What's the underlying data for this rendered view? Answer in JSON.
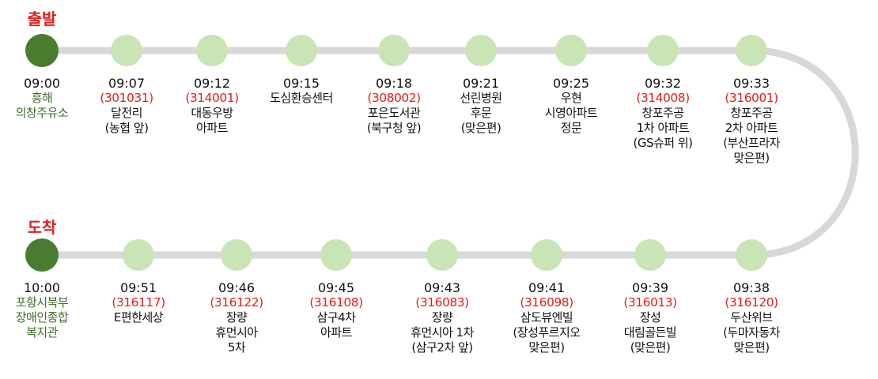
{
  "labels": {
    "start": "출발",
    "end": "도착"
  },
  "colors": {
    "line": "#d8d8d8",
    "stop": "#c9e5b6",
    "terminal": "#4a7c30",
    "code": "#e0201b",
    "terminal_text": "#3f6e2a"
  },
  "row1": [
    {
      "time": "09:00",
      "code": "",
      "name": [
        "흥해",
        "의창주유소"
      ],
      "terminal": true
    },
    {
      "time": "09:07",
      "code": "(301031)",
      "name": [
        "달전리",
        "(농협 앞)"
      ]
    },
    {
      "time": "09:12",
      "code": "(314001)",
      "name": [
        "대동우방",
        "아파트"
      ]
    },
    {
      "time": "09:15",
      "code": "",
      "name": [
        "도심환승센터"
      ]
    },
    {
      "time": "09:18",
      "code": "(308002)",
      "name": [
        "포은도서관",
        "(북구청 앞)"
      ]
    },
    {
      "time": "09:21",
      "code": "",
      "name": [
        "선린병원",
        "후문",
        "(맞은편)"
      ]
    },
    {
      "time": "09:25",
      "code": "",
      "name": [
        "우현",
        "시영아파트",
        "정문"
      ]
    },
    {
      "time": "09:32",
      "code": "(314008)",
      "name": [
        "창포주공",
        "1차 아파트",
        "(GS슈퍼 위)"
      ]
    },
    {
      "time": "09:33",
      "code": "(316001)",
      "name": [
        "창포주공",
        "2차 아파트",
        "(부산프라자",
        "맞은편)"
      ]
    }
  ],
  "row2": [
    {
      "time": "10:00",
      "code": "",
      "name": [
        "포항시북부",
        "장애인종합",
        "복지관"
      ],
      "terminal": true
    },
    {
      "time": "09:51",
      "code": "(316117)",
      "name": [
        "E편한세상"
      ]
    },
    {
      "time": "09:46",
      "code": "(316122)",
      "name": [
        "장량",
        "휴먼시아",
        "5차"
      ]
    },
    {
      "time": "09:45",
      "code": "(316108)",
      "name": [
        "삼구4차",
        "아파트"
      ]
    },
    {
      "time": "09:43",
      "code": "(316083)",
      "name": [
        "장량",
        "휴먼시아 1차",
        "(삼구2차 앞)"
      ]
    },
    {
      "time": "09:41",
      "code": "(316098)",
      "name": [
        "삼도뷰엔빌",
        "(장성푸르지오",
        "맞은편)"
      ]
    },
    {
      "time": "09:39",
      "code": "(316013)",
      "name": [
        "장성",
        "대림골든빌",
        "(맞은편)"
      ]
    },
    {
      "time": "09:38",
      "code": "(316120)",
      "name": [
        "두산위브",
        "(두마자동차",
        "맞은편)"
      ]
    }
  ]
}
